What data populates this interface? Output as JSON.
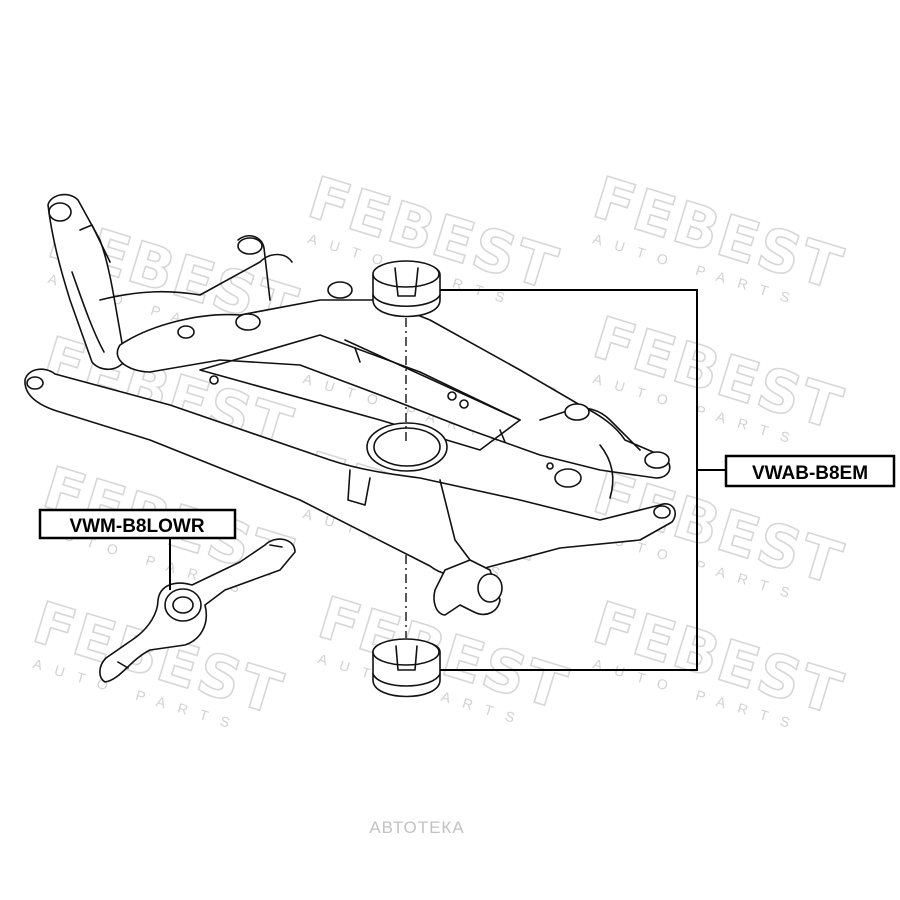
{
  "watermark": {
    "brand": "FEBEST",
    "tagline": "AUTO PARTS"
  },
  "parts": {
    "upper_label": "VWAB-B8EM",
    "lower_label": "VWM-B8LOWR"
  },
  "credit": "АВТОТЕКА",
  "colors": {
    "ink": "#111111",
    "watermark": "#d7d7d7",
    "credit": "#c2c2c2"
  }
}
